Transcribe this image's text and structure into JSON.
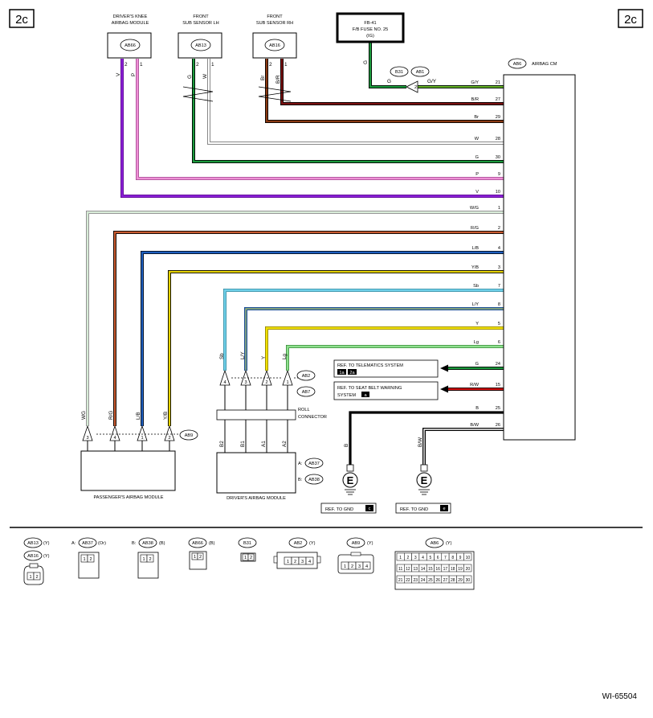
{
  "page_tag": "2c",
  "fig_id": "WI-65504",
  "ecm": {
    "id": "AB6",
    "name": "AIRBAG CM"
  },
  "fuse": {
    "line1": "FB-41",
    "line2": "F/B FUSE NO. 25",
    "line3": "(IG)",
    "wire_color": "G"
  },
  "inline_conn": {
    "a": "B31",
    "b": "AB1",
    "pin": "2",
    "left_color": "G",
    "right_color": "G/Y"
  },
  "top_modules": {
    "knee": {
      "title1": "DRIVER'S KNEE",
      "title2": "AIRBAG MODULE",
      "id": "AB66",
      "pins": [
        {
          "no": "2",
          "color": "V"
        },
        {
          "no": "1",
          "color": "P"
        }
      ]
    },
    "lh": {
      "title1": "FRONT",
      "title2": "SUB SENSOR LH",
      "id": "AB13",
      "pins": [
        {
          "no": "2",
          "color": "G"
        },
        {
          "no": "1",
          "color": "W"
        }
      ]
    },
    "rh": {
      "title1": "FRONT",
      "title2": "SUB SENSOR RH",
      "id": "AB16",
      "pins": [
        {
          "no": "2",
          "color": "Br"
        },
        {
          "no": "1",
          "color": "B/R"
        }
      ]
    }
  },
  "ecm_pins": [
    {
      "color": "G/Y",
      "no": "21"
    },
    {
      "color": "B/R",
      "no": "27"
    },
    {
      "color": "Br",
      "no": "29"
    },
    {
      "color": "W",
      "no": "28"
    },
    {
      "color": "G",
      "no": "30"
    },
    {
      "color": "P",
      "no": "9"
    },
    {
      "color": "V",
      "no": "10"
    },
    {
      "color": "W/G",
      "no": "1"
    },
    {
      "color": "R/G",
      "no": "2"
    },
    {
      "color": "L/B",
      "no": "4"
    },
    {
      "color": "Y/B",
      "no": "3"
    },
    {
      "color": "Sb",
      "no": "7"
    },
    {
      "color": "L/Y",
      "no": "8"
    },
    {
      "color": "Y",
      "no": "5"
    },
    {
      "color": "Lg",
      "no": "6"
    },
    {
      "color": "G",
      "no": "24"
    },
    {
      "color": "R/W",
      "no": "15"
    },
    {
      "color": "B",
      "no": "25"
    },
    {
      "color": "B/W",
      "no": "26"
    }
  ],
  "ref_telematics": {
    "line1": "REF. TO TELEMATICS SYSTEM",
    "tag1": "1a",
    "tag2": "2a"
  },
  "ref_seatbelt": {
    "line1": "REF. TO SEAT BELT WARNING",
    "line2": "SYSTEM",
    "tag": "a"
  },
  "roll_connector": {
    "line1": "ROLL",
    "line2": "CONNECTOR",
    "conn_a": "AB2",
    "conn_b": "AB7",
    "pins": [
      "4",
      "3",
      "2",
      "1"
    ],
    "wire_colors": [
      "Sb",
      "L/Y",
      "Y",
      "Lg"
    ]
  },
  "driver_module": {
    "name": "DRIVER'S AIRBAG MODULE",
    "pins": [
      "B2",
      "B1",
      "A1",
      "A2"
    ],
    "conn_a_label": "A:",
    "conn_a": "AB37",
    "conn_b_label": "B:",
    "conn_b": "AB38"
  },
  "passenger_module": {
    "name": "PASSENGER'S AIRBAG MODULE",
    "conn": "AB9",
    "pins": [
      "3",
      "4",
      "1",
      "2"
    ],
    "wire_colors": [
      "WG",
      "R/G",
      "L/B",
      "Y/B"
    ]
  },
  "grounds": [
    {
      "wire_color": "B",
      "symbol": "E",
      "ref": "REF. TO GND",
      "tag": "c"
    },
    {
      "wire_color": "B/W",
      "symbol": "E",
      "ref": "REF. TO GND",
      "tag": "e"
    }
  ],
  "legend": [
    {
      "id": "AB13",
      "color": "(Y)",
      "pins": [
        "1",
        "2"
      ]
    },
    {
      "id": "AB16",
      "color": "(Y)"
    },
    {
      "prefix": "A:",
      "id": "AB37",
      "color": "(Or)",
      "pins": [
        "1",
        "2"
      ]
    },
    {
      "prefix": "B:",
      "id": "AB38",
      "color": "(B)",
      "pins": [
        "1",
        "2"
      ]
    },
    {
      "id": "AB66",
      "color": "(B)",
      "pins": [
        "1",
        "2"
      ]
    },
    {
      "id": "B31",
      "color": "",
      "pins": [
        "1",
        "2"
      ]
    },
    {
      "id": "AB2",
      "color": "(Y)",
      "pins": [
        "1",
        "2",
        "3",
        "4"
      ]
    },
    {
      "id": "AB9",
      "color": "(Y)",
      "pins": [
        "1",
        "2",
        "3",
        "4"
      ]
    },
    {
      "id": "AB6",
      "color": "(Y)",
      "pins": [
        "1",
        "2",
        "3",
        "4",
        "5",
        "6",
        "7",
        "8",
        "9",
        "10",
        "11",
        "12",
        "13",
        "14",
        "15",
        "16",
        "17",
        "18",
        "19",
        "20",
        "21",
        "22",
        "23",
        "24",
        "25",
        "26",
        "27",
        "28",
        "29",
        "30"
      ]
    }
  ],
  "colors": {
    "green": "#1b9a3c",
    "purple": "#8a1fd6",
    "pink": "#ef8fd6",
    "brown": "#8b3a12",
    "darkred": "#7a1010",
    "white_wire": "#b4b4b4",
    "wg_tint": "#9ccf9c",
    "rg": "#c85a30",
    "lb": "#1f5fbf",
    "yb": "#c8b400",
    "sb": "#6fd0e8",
    "ly": "#3c78c8",
    "yellow": "#f0e000",
    "lg": "#8ee08e",
    "red": "#d01010"
  }
}
